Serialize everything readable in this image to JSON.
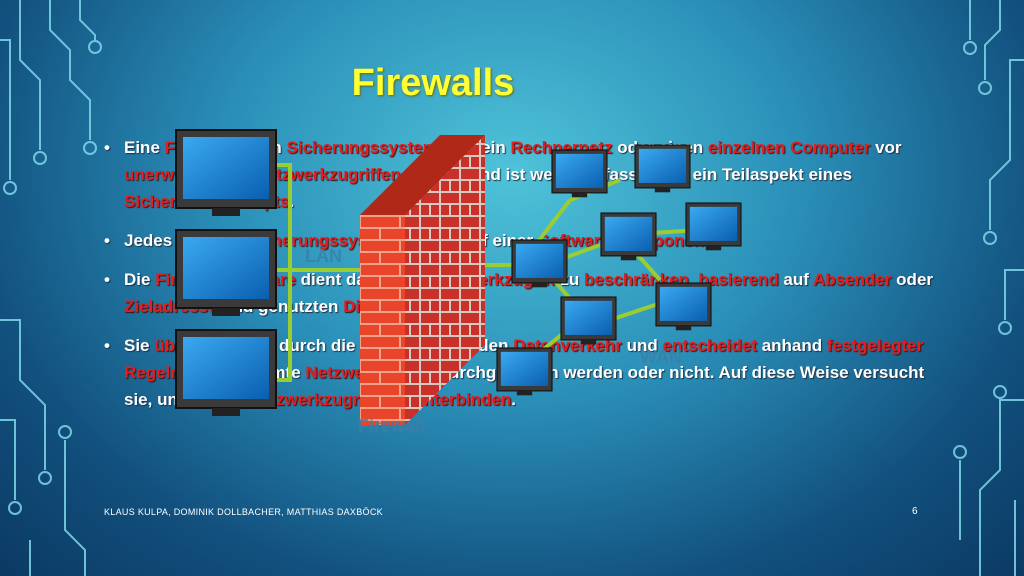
{
  "slide": {
    "title": "Firewalls",
    "bullets": [
      [
        {
          "t": "Eine "
        },
        {
          "t": "Firewall",
          "kw": true
        },
        {
          "t": " ist ein "
        },
        {
          "t": "Sicherungssystem",
          "kw": true
        },
        {
          "t": ", das ein "
        },
        {
          "t": "Rechnernetz",
          "kw": true
        },
        {
          "t": " oder einen "
        },
        {
          "t": "einzelnen Computer",
          "kw": true
        },
        {
          "t": " vor "
        },
        {
          "t": "unerwünschten",
          "kw": true
        },
        {
          "t": " "
        },
        {
          "t": "Netzwerkzugriffen",
          "kw": true
        },
        {
          "t": " schützt und ist weiter gefasst auch ein Teilaspekt eines "
        },
        {
          "t": "Sicherheitskonzepts",
          "kw": true
        },
        {
          "t": "."
        }
      ],
      [
        {
          "t": "Jedes "
        },
        {
          "t": "Firewall-Sicherungssystem",
          "kw": true
        },
        {
          "t": " basiert auf einer "
        },
        {
          "t": "Software-Komponente",
          "kw": true
        }
      ],
      [
        {
          "t": "Die "
        },
        {
          "t": "Firewall-Software",
          "kw": true
        },
        {
          "t": " dient dazu, den "
        },
        {
          "t": "Netzwerkzugriff",
          "kw": true
        },
        {
          "t": " zu "
        },
        {
          "t": "beschränken",
          "kw": true
        },
        {
          "t": ", "
        },
        {
          "t": "basierend",
          "kw": true
        },
        {
          "t": " auf "
        },
        {
          "t": "Absender",
          "kw": true
        },
        {
          "t": " oder "
        },
        {
          "t": "Zieladresse",
          "kw": true
        },
        {
          "t": " und genutzten "
        },
        {
          "t": "Diensten",
          "kw": true
        },
        {
          "t": "."
        }
      ],
      [
        {
          "t": "Sie "
        },
        {
          "t": "überwacht",
          "kw": true
        },
        {
          "t": " den durch die Firewall laufenden "
        },
        {
          "t": "Datenverkehr",
          "kw": true
        },
        {
          "t": " und "
        },
        {
          "t": "entscheidet",
          "kw": true
        },
        {
          "t": " anhand "
        },
        {
          "t": "festgelegter Regeln",
          "kw": true
        },
        {
          "t": ", ob bestimmte "
        },
        {
          "t": "Netzwerkpakete",
          "kw": true
        },
        {
          "t": " durchgelassen werden oder nicht. Auf diese Weise versucht sie, unerlaubte "
        },
        {
          "t": "Netzwerkzugriffe",
          "kw": true
        },
        {
          "t": " zu "
        },
        {
          "t": "unterbinden",
          "kw": true
        },
        {
          "t": "."
        }
      ]
    ],
    "diagram_labels": {
      "lan": "LAN",
      "wan": "WAN",
      "firewall": "Firewall"
    },
    "footer": "KLAUS KULPA, DOMINIK DOLLBACHER, MATTHIAS DAXBÖCK",
    "page_number": "6"
  },
  "colors": {
    "title": "#ffff33",
    "keyword": "#e02020",
    "text": "#ffffff",
    "link_line": "#9acd32",
    "brick": "#e8452a",
    "mortar": "#f2a28a"
  },
  "icons": [
    "computer-monitor-icon",
    "brick-firewall-icon",
    "circuit-decoration"
  ]
}
